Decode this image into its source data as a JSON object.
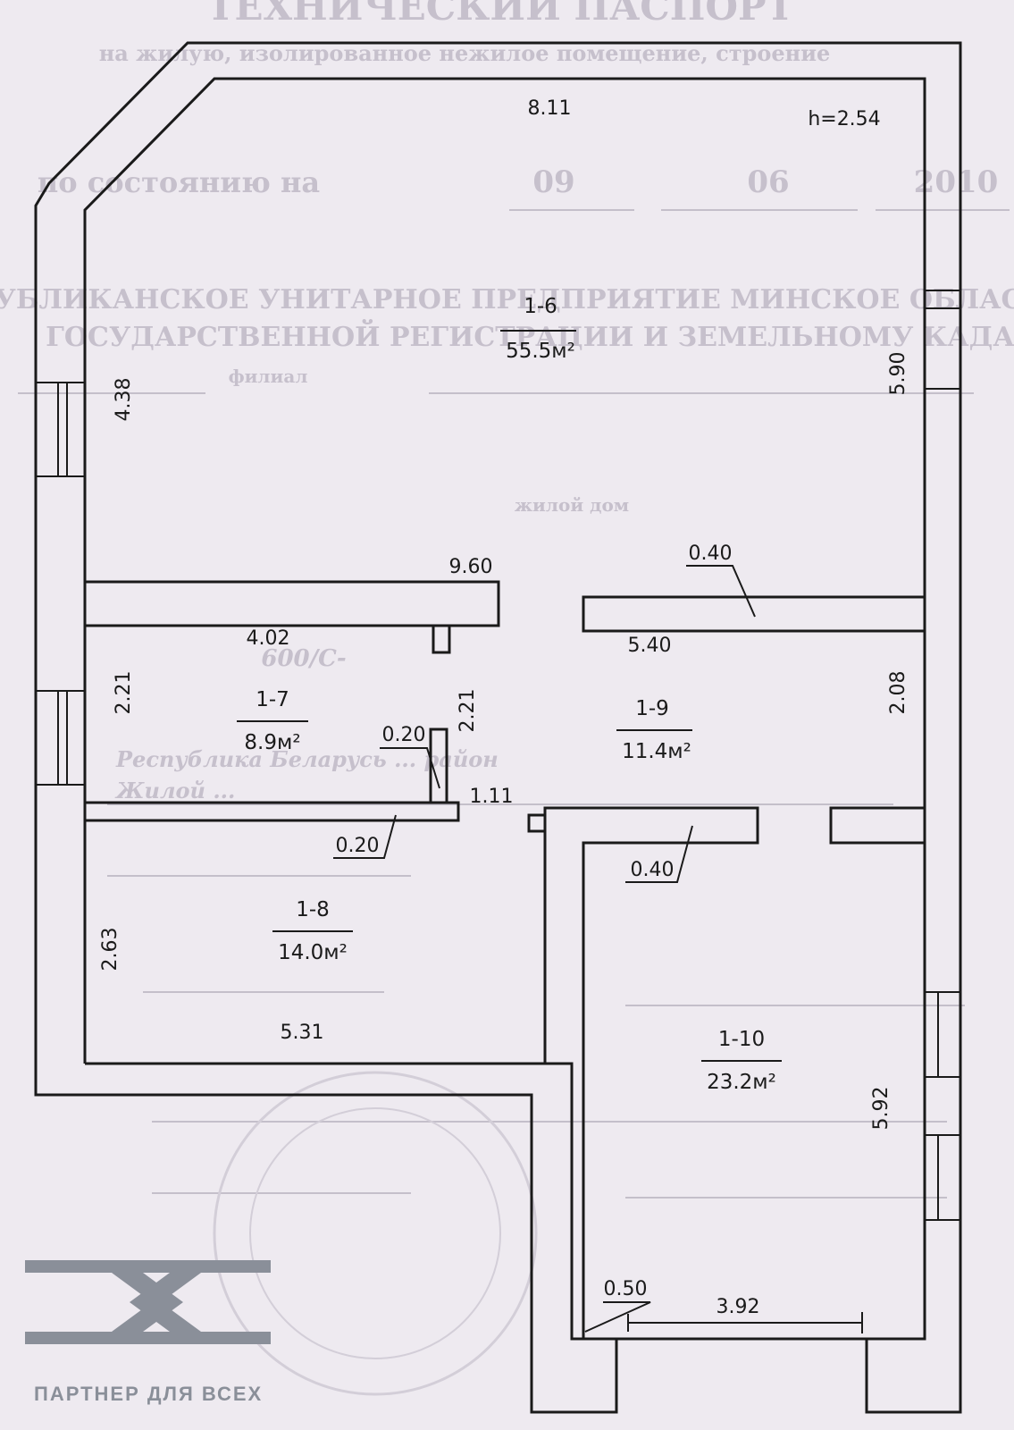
{
  "background_form": {
    "header": "ТЕХНИЧЕСКИЙ ПАСПОРТ",
    "subheader": "на жилую, изолированное нежилое помещение, строение",
    "date_prefix": "по состоянию на",
    "date_day": "09",
    "date_month": "06",
    "date_year": "2010",
    "org_line1": "РЕСПУБЛИКАНСКОЕ УНИТАРНОЕ ПРЕДПРИЯТИЕ МИНСКОЕ ОБЛАСТНОЕ",
    "org_line2": "ГОСУДАРСТВЕННОЙ РЕГИСТРАЦИИ И ЗЕМЕЛЬНОМУ КАДАСТРУ",
    "branch": "филиал",
    "object": "жилой дом",
    "inventory": "600/С-",
    "address1": "Республика Беларусь ... район",
    "address2": "Жилой ..."
  },
  "rooms": [
    {
      "id": "1-6",
      "area": "55.5м²"
    },
    {
      "id": "1-7",
      "area": "8.9м²"
    },
    {
      "id": "1-8",
      "area": "14.0м²"
    },
    {
      "id": "1-9",
      "area": "11.4м²"
    },
    {
      "id": "1-10",
      "area": "23.2м²"
    }
  ],
  "dimensions": {
    "top_width": "8.11",
    "height": "h=2.54",
    "left_upper": "4.38",
    "right_upper": "5.90",
    "partition_length": "9.60",
    "partition_thickness_right": "0.40",
    "room7_width": "4.02",
    "room9_width": "5.40",
    "room7_height_left": "2.21",
    "room7_height_right": "2.21",
    "room9_height_right": "2.08",
    "partition_thin_upper": "0.20",
    "partition_thin_lower": "0.20",
    "door_width": "1.11",
    "partition_thickness_lower": "0.40",
    "room8_height": "2.63",
    "room8_width": "5.31",
    "right_lower": "5.92",
    "wall_thickness_bottom": "0.50",
    "bottom_width": "3.92"
  },
  "logo": {
    "text": "ПАРТНЕР ДЛЯ ВСЕХ",
    "color": "#8a8f99"
  }
}
